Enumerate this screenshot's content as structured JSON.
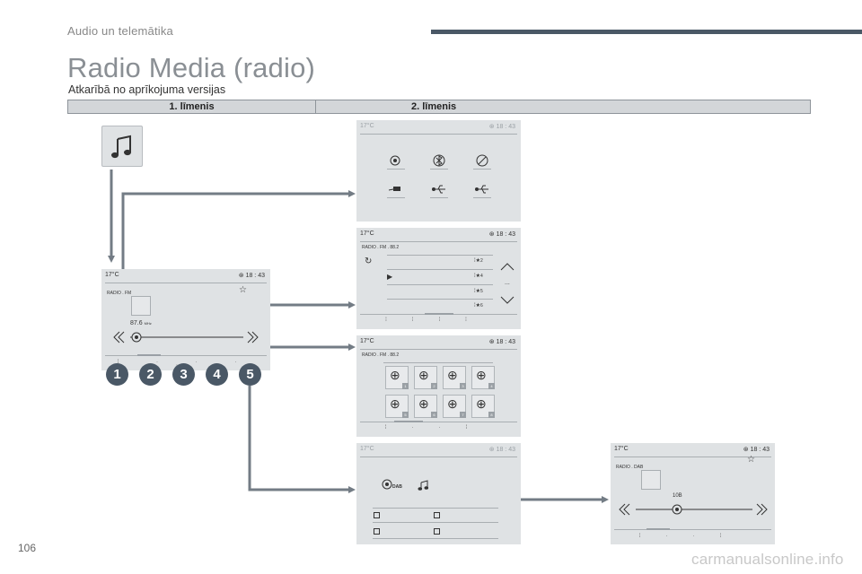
{
  "section": "Audio un telemātika",
  "title": "Radio Media (radio)",
  "subtitle": "Atkarībā no aprīkojuma versijas",
  "table_header": {
    "level1": "1. līmenis",
    "level2": "2. līmenis"
  },
  "page_number": "106",
  "watermark": "carmanualsonline.info",
  "numbered_buttons": [
    "1",
    "2",
    "3",
    "4",
    "5"
  ],
  "main_screen": {
    "temp": "17°C",
    "clock": "18 : 43",
    "radio_label": "RADIO . FM",
    "frequency": "87.6",
    "unit": "MHz"
  },
  "source_screen": {
    "temp": "17°C",
    "clock": "18 : 43"
  },
  "list_screen": {
    "temp": "17°C",
    "clock": "18 : 43",
    "radio_label": "RADIO . FM . 88.2",
    "presets": [
      "2",
      "4",
      "5",
      "6"
    ],
    "more": "..."
  },
  "grid_screen": {
    "temp": "17°C",
    "clock": "18 : 43",
    "radio_label": "RADIO . FM . 88.2",
    "badges": [
      "1",
      "2",
      "3",
      "4",
      "5",
      "6",
      "7",
      "8"
    ]
  },
  "band_screen": {
    "temp": "17°C",
    "clock": "18 : 43",
    "dab_label": "DAB"
  },
  "dab_screen": {
    "temp": "17°C",
    "clock": "18 : 43",
    "radio_label": "RADIO . DAB",
    "channel": "10B"
  },
  "colors": {
    "connector": "#737c85",
    "badge": "#4a5866",
    "screen_bg": "#dfe2e4"
  }
}
